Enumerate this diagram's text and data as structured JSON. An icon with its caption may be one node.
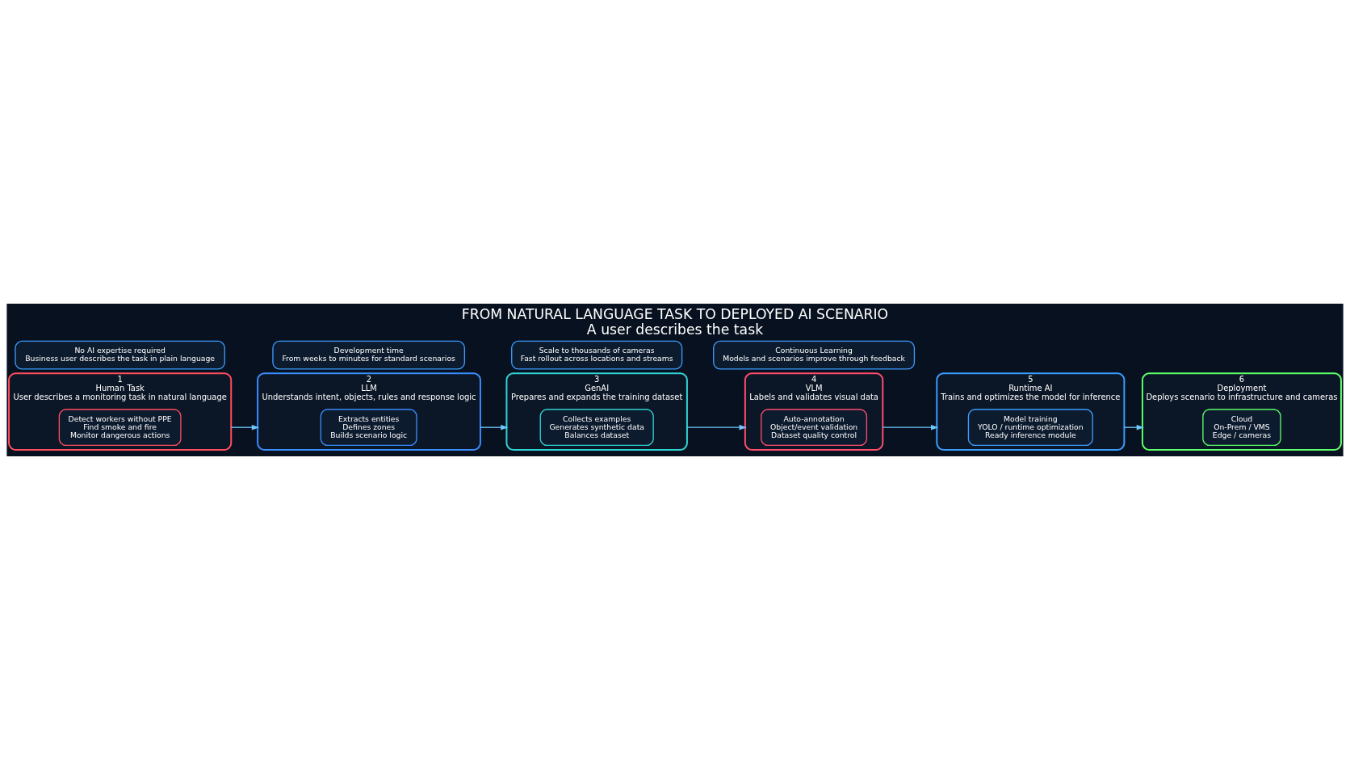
{
  "diagram": {
    "title": "FROM NATURAL LANGUAGE TASK TO DEPLOYED AI SCENARIO",
    "caption": "A user describes the task",
    "nodes": [
      {
        "text": [
          "1",
          "Human Task",
          "User describes a monitoring task in natural language"
        ]
      },
      {
        "text": [
          "Detect workers without PPE",
          "Find smoke and fire",
          "Monitor dangerous actions"
        ],
        "in": 0
      },
      {
        "text": [
          "2",
          "LLM",
          "Understands intent, objects, rules and response logic"
        ]
      },
      {
        "text": [
          "Extracts entities",
          "Defines zones",
          "Builds scenario logic"
        ],
        "in": 2
      },
      {
        "text": [
          "3",
          "GenAI",
          "Prepares and expands the training dataset"
        ]
      },
      {
        "text": [
          "Collects examples",
          "Generates synthetic data",
          "Balances dataset"
        ],
        "in": 4
      },
      {
        "text": [
          "4",
          "VLM",
          "Labels and validates visual data"
        ]
      },
      {
        "text": [
          "Auto-annotation",
          "Object/event validation",
          "Dataset quality control"
        ],
        "in": 6
      },
      {
        "text": [
          "5",
          "Runtime AI",
          "Trains and optimizes the model for inference"
        ]
      },
      {
        "text": [
          "Model training",
          "YOLO / runtime optimization",
          "Ready inference module"
        ],
        "in": 8
      },
      {
        "text": [
          "6",
          "Deployment",
          "Deploys scenario to infrastructure and cameras"
        ]
      },
      {
        "text": [
          "Cloud",
          "On-Prem / VMS",
          "Edge / cameras"
        ],
        "in": 10
      },
      {
        "text": [
          "No AI expertise required",
          "Business user describes the task in plain language"
        ]
      },
      {
        "text": [
          "Development time",
          "From weeks to minutes for standard scenarios"
        ]
      },
      {
        "text": [
          "Scale to thousands of cameras",
          "Fast rollout across locations and streams"
        ]
      },
      {
        "text": [
          "Continuous Learning",
          "Models and scenarios improve through feedback"
        ]
      }
    ],
    "edges": [
      {
        "from": 0,
        "to": 2,
        "arrow": "to"
      },
      {
        "from": 2,
        "to": 4,
        "arrow": "to"
      },
      {
        "from": 4,
        "to": 6,
        "arrow": "to"
      },
      {
        "from": 6,
        "to": 8,
        "arrow": "to"
      },
      {
        "from": 8,
        "to": 10,
        "arrow": "to"
      }
    ]
  }
}
